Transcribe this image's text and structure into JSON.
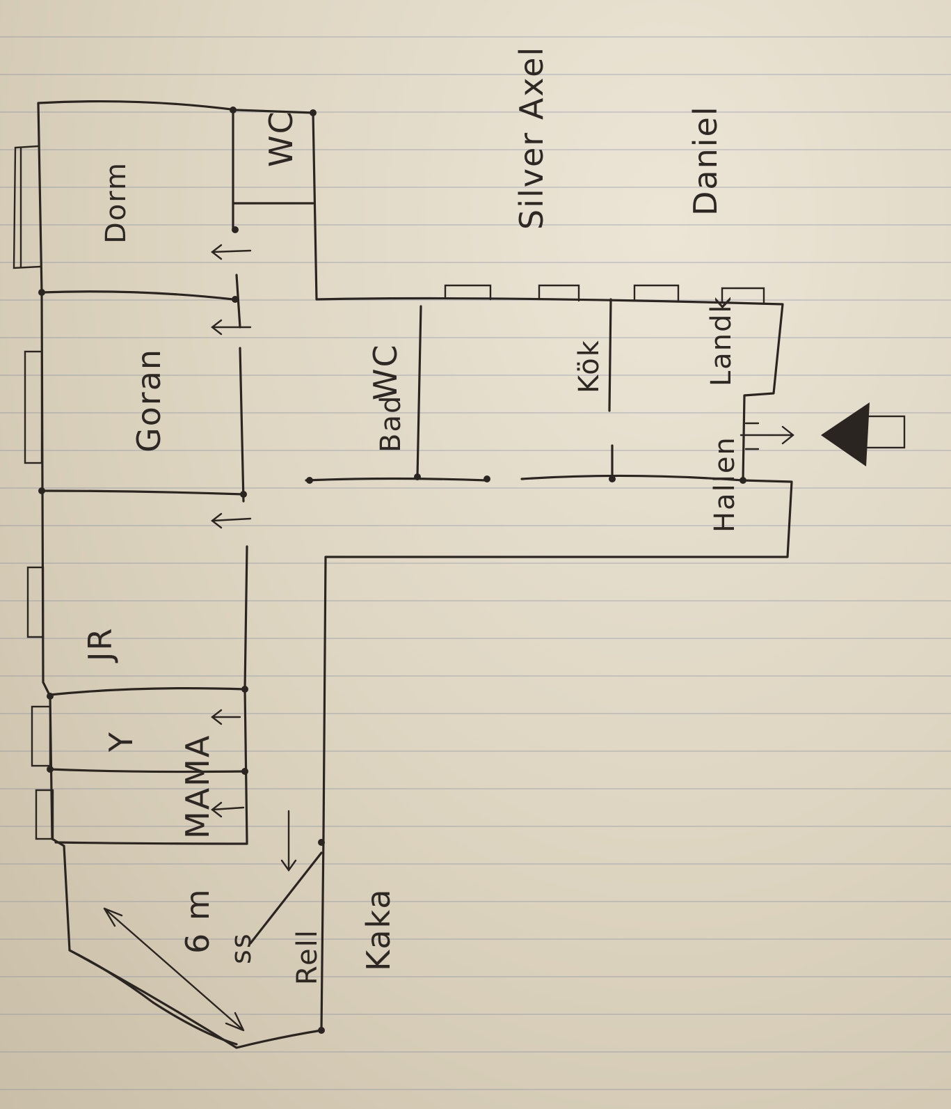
{
  "diagram": {
    "type": "hand-drawn floor plan sketch on lined paper",
    "rooms": [
      {
        "key": "wc_top",
        "label": "WC"
      },
      {
        "key": "room_top",
        "label": "Dorm"
      },
      {
        "key": "goran",
        "label": "Goran"
      },
      {
        "key": "wc_mid",
        "label": "WC"
      },
      {
        "key": "bad",
        "label": "Bad"
      },
      {
        "key": "kok",
        "label": "Kök"
      },
      {
        "key": "landk",
        "label": "Landk"
      },
      {
        "key": "hall",
        "label": "Hallen"
      },
      {
        "key": "jr",
        "label": "JR"
      },
      {
        "key": "y",
        "label": "Y"
      },
      {
        "key": "mama",
        "label": "MAMA"
      },
      {
        "key": "dimension",
        "label": "6 m"
      },
      {
        "key": "ss",
        "label": "ss"
      },
      {
        "key": "rell",
        "label": "Rell"
      },
      {
        "key": "kaka",
        "label": "Kaka"
      }
    ],
    "annotations": [
      {
        "key": "silver_axel",
        "label": "Silver Axel"
      },
      {
        "key": "daniel",
        "label": "Daniel"
      }
    ],
    "colors": {
      "ink": "#2b2522",
      "paper": "#e4dccb",
      "rule_line": "#8890a8"
    },
    "icons": [
      "entrance-arrow-icon",
      "house-icon",
      "door-arrow-icon"
    ]
  }
}
